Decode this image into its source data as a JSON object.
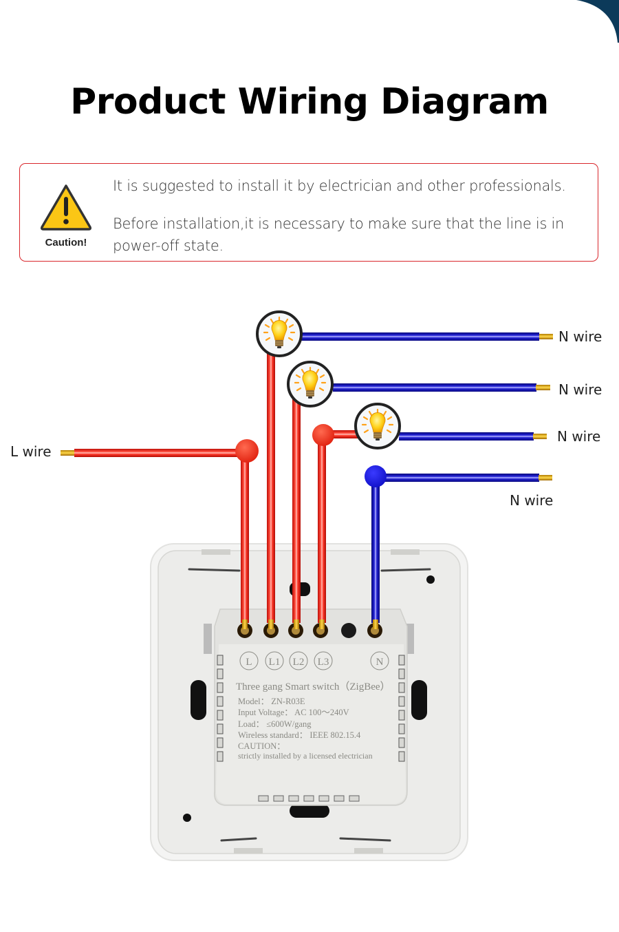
{
  "page": {
    "title": "Product Wiring Diagram",
    "accent_color": "#0c3a5a"
  },
  "caution": {
    "label": "Caution!",
    "line1": "It is suggested to install it by electrician and other professionals.",
    "line2": "Before installation,it is necessary to make sure that the line is in power-off state.",
    "border_color": "#d9262b",
    "icon": "warning-triangle-icon"
  },
  "wires": {
    "live_label": "L wire",
    "neutral_labels": [
      "N wire",
      "N wire",
      "N wire",
      "N wire"
    ],
    "live_color": "#e8261a",
    "neutral_color": "#1a1ad0"
  },
  "lamps": {
    "count": 3,
    "icon": "light-bulb-icon"
  },
  "switch_module": {
    "terminals": [
      "L",
      "L1",
      "L2",
      "L3",
      "N"
    ],
    "product_name": "Three gang Smart switch（ZigBee）",
    "model": "Model：  ZN-R03E",
    "input_voltage": "Input Voltage：  AC 100～240V",
    "load": "Load：  ≤600W/gang",
    "wireless": "Wireless standard：  IEEE 802.15.4",
    "caution_title": "CAUTION：",
    "caution_text": "strictly installed by a licensed electrician"
  }
}
